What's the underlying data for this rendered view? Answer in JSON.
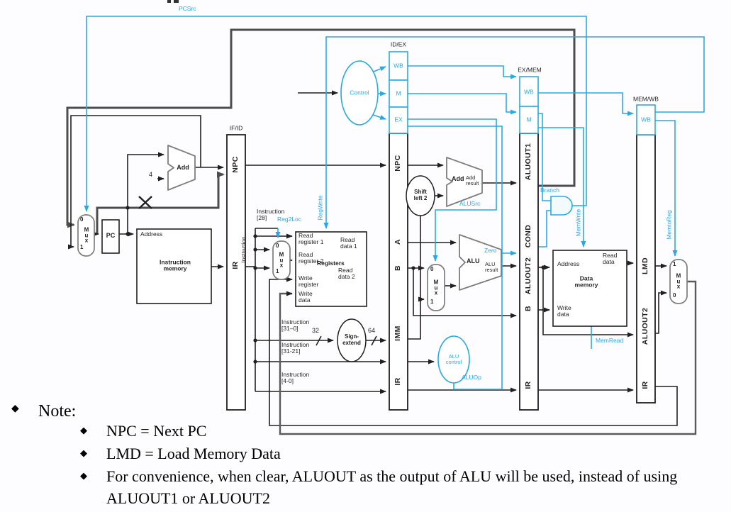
{
  "colors": {
    "signal_cyan": "#2aa9e0",
    "wire_black": "#231f20",
    "wire_thick_gray": "#4d4d4d"
  },
  "signals": {
    "pcsrc": "PCSrc",
    "regwrite": "RegWrite",
    "reg2loc": "Reg2Loc",
    "alusrc": "ALUSrc",
    "aluop": "ALUOp",
    "branch": "Branch",
    "memwrite": "MemWrite",
    "memread": "MemRead",
    "memtoreg": "MemtoReg",
    "zero": "Zero",
    "control": "Control",
    "alu_control": "ALU\ncontrol"
  },
  "pipe": {
    "ifid": {
      "title": "IF/ID",
      "npc": "NPC",
      "ir": "IR"
    },
    "idex": {
      "title": "ID/EX",
      "wb": "WB",
      "m": "M",
      "ex": "EX",
      "npc": "NPC",
      "a": "A",
      "b": "B",
      "imm": "IMM",
      "ir": "IR"
    },
    "exmem": {
      "title": "EX/MEM",
      "wb": "WB",
      "m": "M",
      "aluout1": "ALUOUT1",
      "cond": "COND",
      "aluout2": "ALUOUT2",
      "b": "B",
      "ir": "IR"
    },
    "memwb": {
      "title": "MEM/WB",
      "wb": "WB",
      "lmd": "LMD",
      "aluout2": "ALUOUT2",
      "ir": "IR"
    }
  },
  "blocks": {
    "pc": "PC",
    "imem": {
      "title": "Instruction\nmemory",
      "address": "Address"
    },
    "regs": {
      "title": "Registers",
      "rr1": "Read\nregister 1",
      "rr2": "Read\nregister 2",
      "wr": "Write\nregister",
      "wd": "Write\ndata",
      "rd1": "Read\ndata 1",
      "rd2": "Read\ndata 2"
    },
    "dmem": {
      "title": "Data\nmemory",
      "address": "Address",
      "rd": "Read\ndata",
      "wd": "Write\ndata"
    },
    "add_pc": "Add",
    "add_branch": {
      "label": "Add",
      "result": "Add\nresult"
    },
    "alu": {
      "label": "ALU",
      "result": "ALU\nresult"
    },
    "shift": "Shift\nleft 2",
    "signext": "Sign-\nextend"
  },
  "wires": {
    "instruction": "Instruction",
    "instr_28": "Instruction\n[28]",
    "instr_31_0": "Instruction\n[31–0]",
    "instr_31_21": "Instruction\n[31-21]",
    "instr_4_0": "Instruction\n[4-0]",
    "w32": "32",
    "w64": "64",
    "four": "4"
  },
  "mux": {
    "letters": "M\nu\nx",
    "zero": "0",
    "one": "1"
  },
  "notes": {
    "bullet": "◆",
    "title": "Note:",
    "items": [
      "NPC = Next PC",
      "LMD = Load Memory Data",
      "For convenience, when clear, ALUOUT as the output of ALU will be used, instead of using ALUOUT1 or ALUOUT2"
    ]
  }
}
